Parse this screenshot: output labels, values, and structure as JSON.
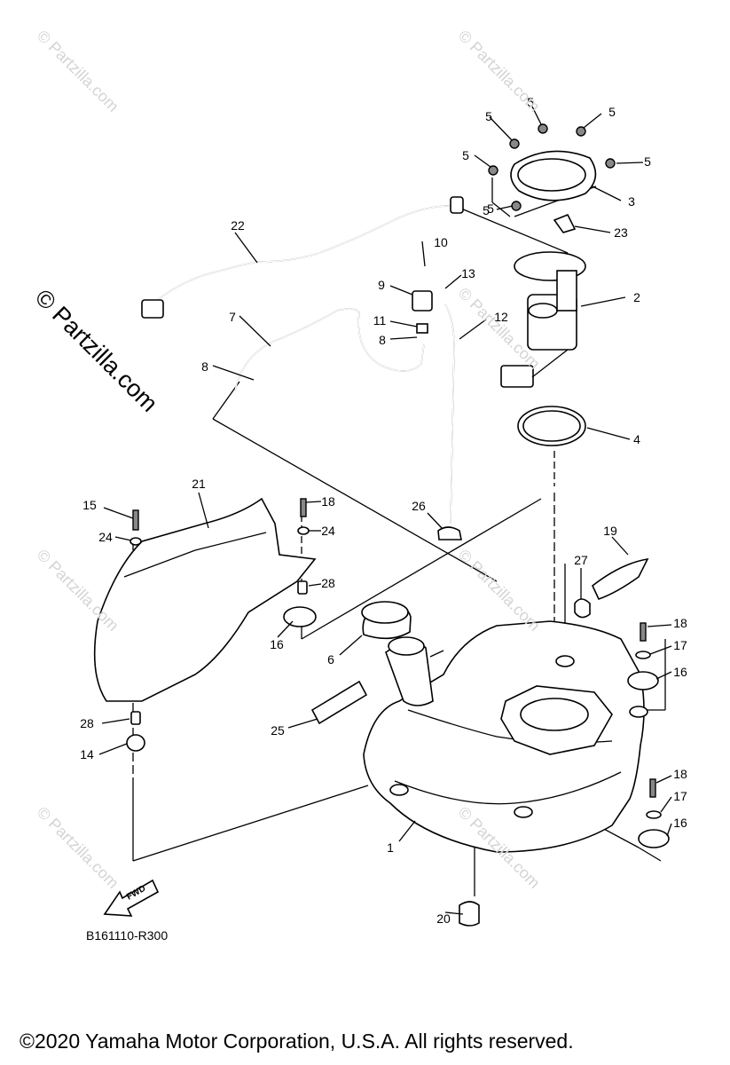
{
  "watermark": {
    "main": "© Partzilla.com",
    "tile": "© Partzilla.com"
  },
  "diagram_code": "B161110-R300",
  "fwd_label": "FWD",
  "copyright": "©2020 Yamaha Motor Corporation, U.S.A. All rights reserved.",
  "callouts": [
    "1",
    "2",
    "3",
    "4",
    "5",
    "5",
    "5",
    "5",
    "5",
    "5",
    "5",
    "6",
    "7",
    "8",
    "8",
    "9",
    "10",
    "11",
    "12",
    "13",
    "14",
    "15",
    "16",
    "16",
    "16",
    "17",
    "17",
    "18",
    "18",
    "18",
    "19",
    "20",
    "21",
    "22",
    "23",
    "24",
    "24",
    "25",
    "26",
    "27",
    "28",
    "28"
  ]
}
